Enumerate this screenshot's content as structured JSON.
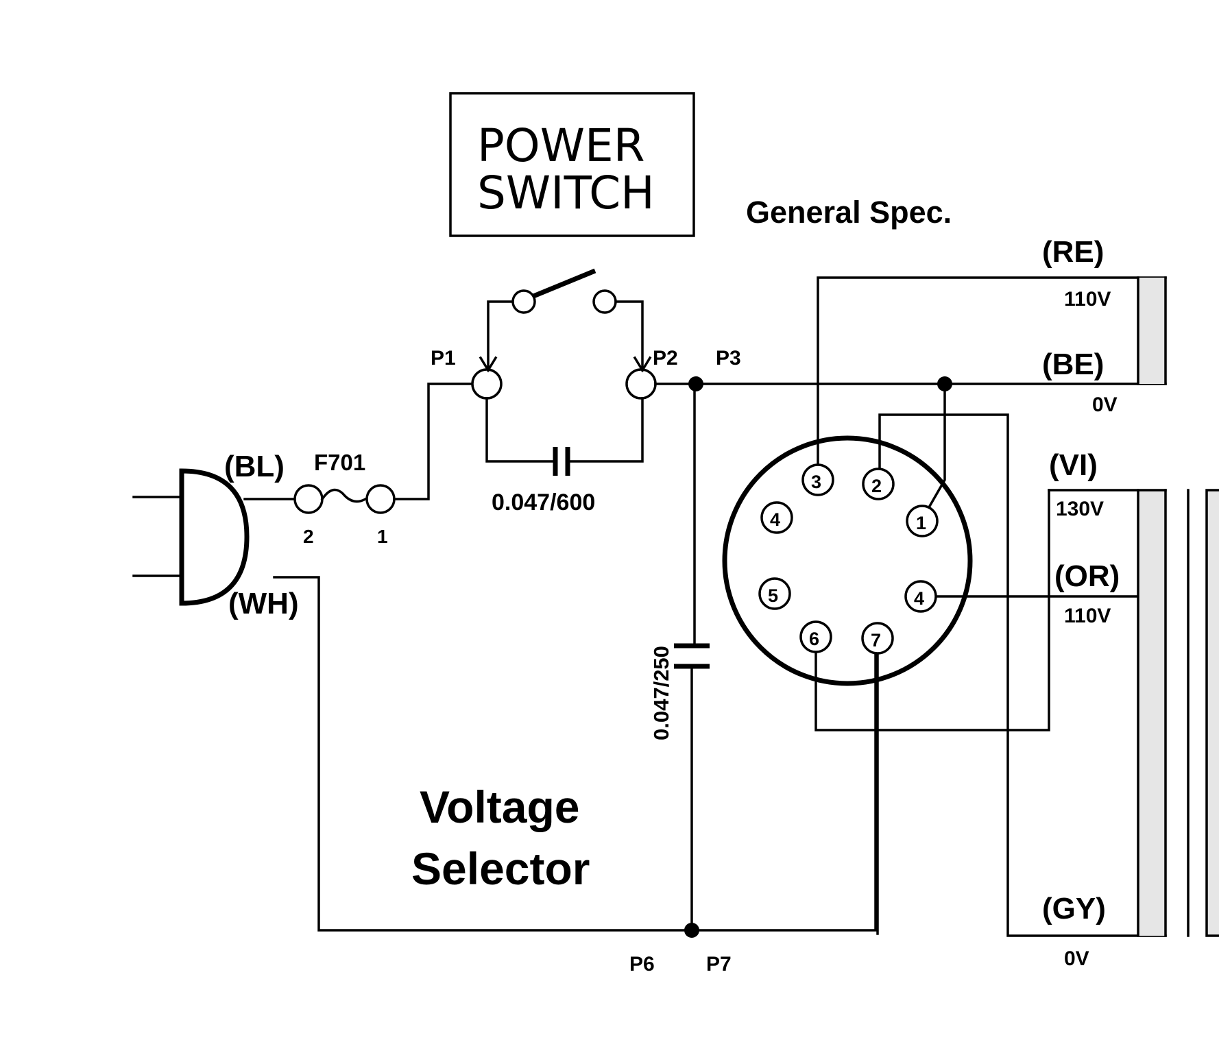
{
  "title_box": {
    "line1": "POWER",
    "line2": "SWITCH"
  },
  "spec_label": "General Spec.",
  "fuse": {
    "ref": "F701",
    "pin_left": "2",
    "pin_right": "1"
  },
  "plug": {
    "blue": "(BL)",
    "white": "(WH)"
  },
  "switch_points": {
    "p1": "P1",
    "p2": "P2",
    "p3": "P3",
    "p6": "P6",
    "p7": "P7"
  },
  "capacitors": {
    "across_switch": "0.047/600",
    "line_bypass": "0.047/250"
  },
  "selector": {
    "line1": "Voltage",
    "line2": "Selector",
    "pins": [
      "3",
      "2",
      "1",
      "4",
      "4",
      "5",
      "6",
      "7"
    ]
  },
  "transformer": {
    "red": "(RE)",
    "red_voltage": "110V",
    "beige": "(BE)",
    "beige_voltage": "0V",
    "violet": "(VI)",
    "violet_voltage": "130V",
    "orange": "(OR)",
    "orange_voltage": "110V",
    "gray": "(GY)",
    "gray_voltage": "0V"
  }
}
